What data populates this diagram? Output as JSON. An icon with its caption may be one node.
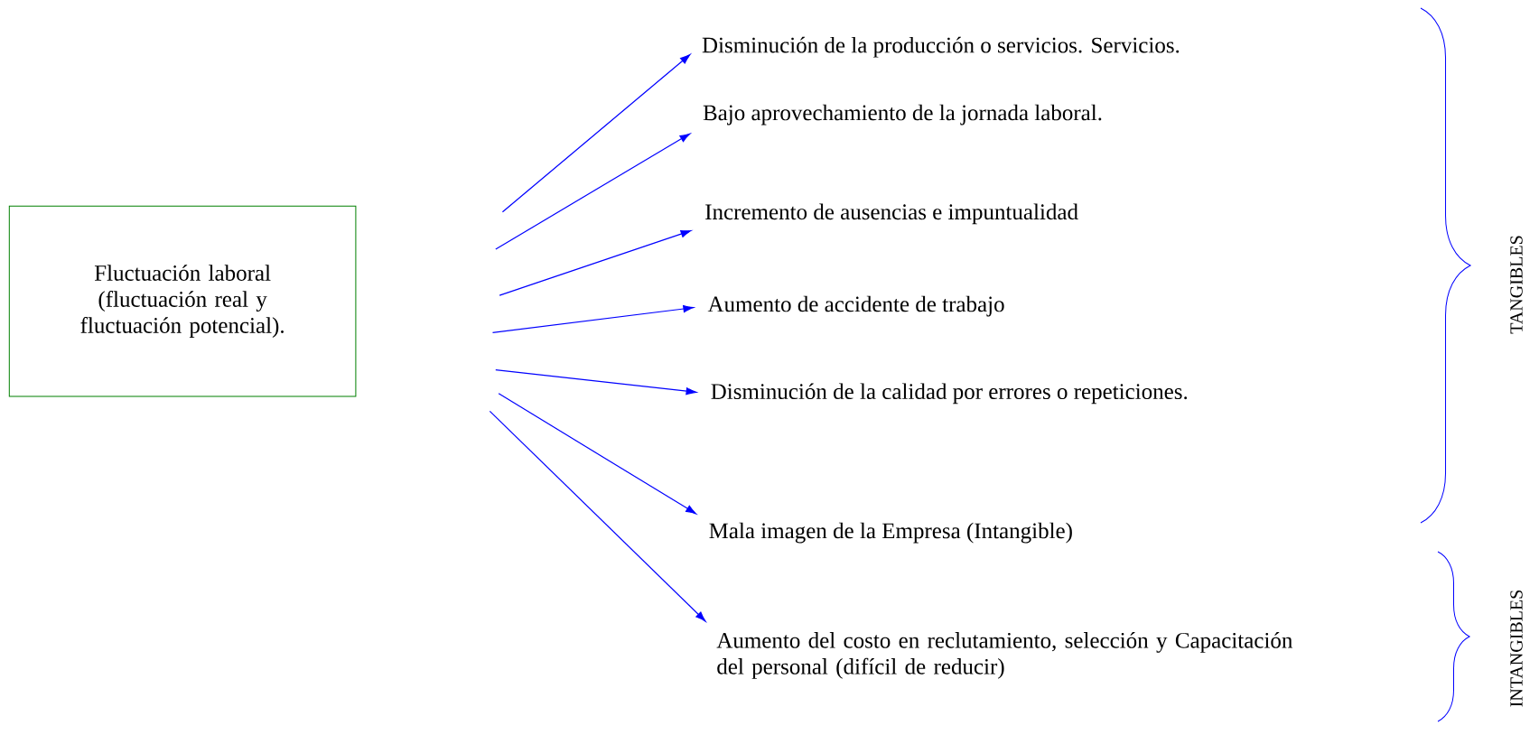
{
  "diagram": {
    "nodes": [
      {
        "text": [
          "Fluctuación laboral (fluctuación real y fluctuación potencial)."
        ]
      },
      {
        "text": [
          "Disminución de la producción o servicios. Servicios."
        ]
      },
      {
        "text": [
          "Bajo aprovechamiento de la jornada laboral."
        ]
      },
      {
        "text": [
          "Incremento de ausencias e impuntualidad"
        ]
      },
      {
        "text": [
          "Aumento de accidente de trabajo"
        ]
      },
      {
        "text": [
          "Disminución de la calidad por errores o repeticiones."
        ]
      },
      {
        "text": [
          "Mala imagen de la Empresa (Intangible)"
        ]
      },
      {
        "text": [
          "Aumento del costo en reclutamiento, selección y Capacitación del personal (difícil de reducir)"
        ]
      }
    ],
    "edges": [
      {
        "from": null,
        "to": 1,
        "arrow": "to"
      },
      {
        "from": null,
        "to": 2,
        "arrow": "to"
      },
      {
        "from": null,
        "to": 3,
        "arrow": "to"
      },
      {
        "from": null,
        "to": 4,
        "arrow": "to"
      },
      {
        "from": null,
        "to": 5,
        "arrow": "to"
      },
      {
        "from": null,
        "to": 6,
        "arrow": "to"
      },
      {
        "from": null,
        "to": 7,
        "arrow": "to"
      }
    ],
    "labels": [
      "TANGIBLES",
      "INTANGIBLES"
    ]
  }
}
